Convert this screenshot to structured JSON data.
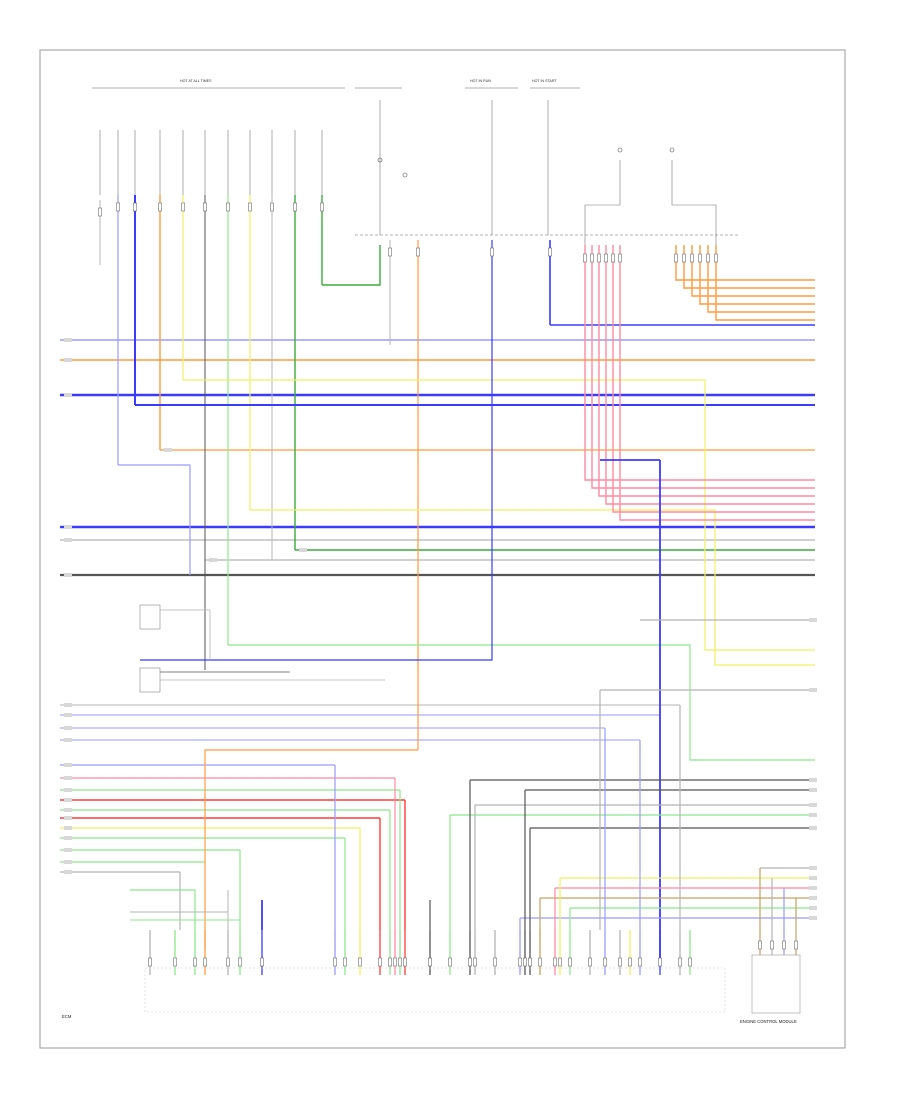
{
  "header": {
    "labels": [
      "HOT AT ALL TIMES",
      "HOT IN RUN",
      "HOT IN START"
    ]
  },
  "footer_code": "",
  "wire_colors": {
    "blue": "#3b3bff",
    "light_blue": "#9a9aff",
    "orange": "#ff9a3c",
    "green": "#3caa3c",
    "light_green": "#8ce88c",
    "yellow": "#f0f060",
    "pink": "#ff8aa0",
    "red": "#ff3c3c",
    "gray": "#b4b4b4",
    "dark_gray": "#555555",
    "brown": "#c8a060",
    "black": "#222222"
  },
  "components": {
    "module_bottom_left": "ECM",
    "module_bottom_right": "ENGINE CONTROL MODULE"
  }
}
